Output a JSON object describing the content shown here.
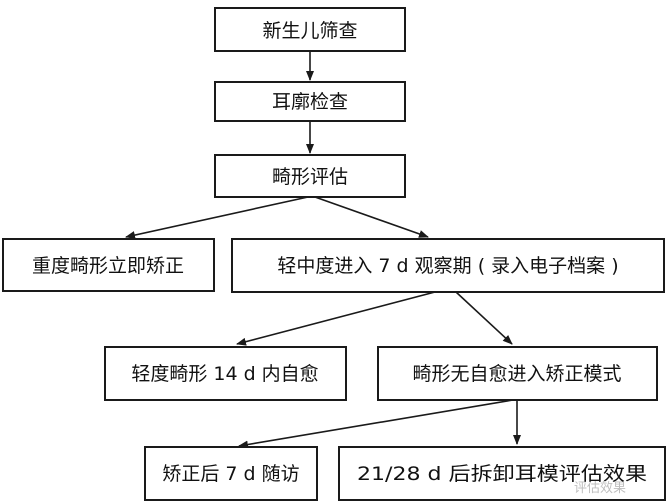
{
  "nodes": {
    "screening": "新生儿筛查",
    "auricle_exam": "耳廓检查",
    "deformity_eval": "畸形评估",
    "severe_correct": "重度畸形立即矫正",
    "mild_moderate_observe": "轻中度进入 7 d 观察期 ( 录入电子档案 )",
    "mild_self_heal": "轻度畸形 14 d 内自愈",
    "no_self_heal_correct": "畸形无自愈进入矫正模式",
    "followup_7d": "矫正后 7 d 随访",
    "remove_mold_eval": "21/28 d 后拆卸耳模评估效果"
  },
  "watermark": "评估效果"
}
